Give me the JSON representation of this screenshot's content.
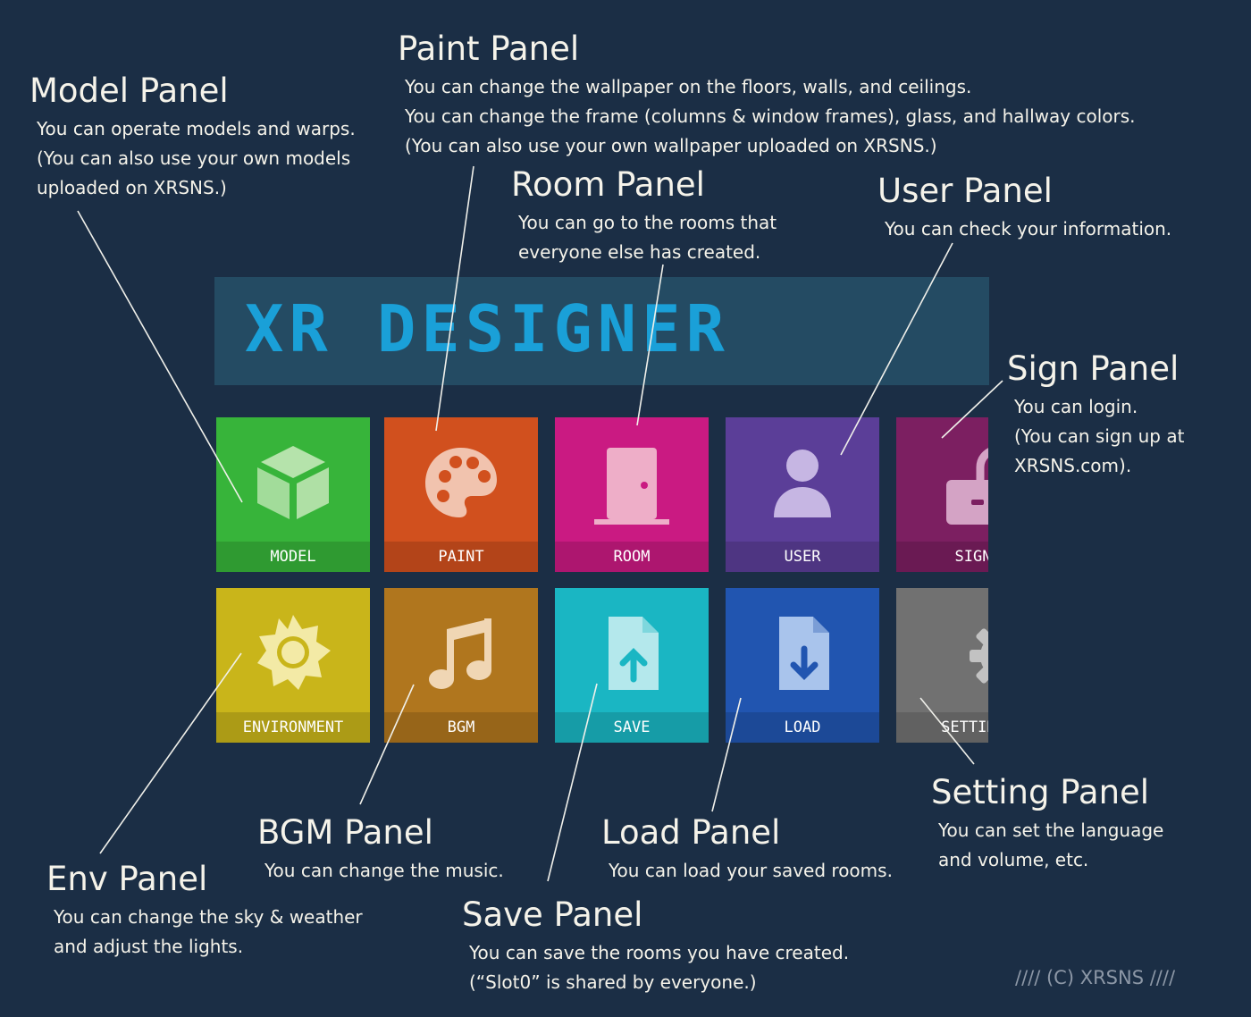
{
  "banner": {
    "title": "XR DESIGNER"
  },
  "tiles": [
    {
      "id": "model",
      "label": "MODEL",
      "color": "#37b43a",
      "icon": "cube-icon"
    },
    {
      "id": "paint",
      "label": "PAINT",
      "color": "#d1501e",
      "icon": "palette-icon"
    },
    {
      "id": "room",
      "label": "ROOM",
      "color": "#ca1a82",
      "icon": "door-icon"
    },
    {
      "id": "user",
      "label": "USER",
      "color": "#5b3e98",
      "icon": "user-icon"
    },
    {
      "id": "sign",
      "label": "SIGN",
      "color": "#7c1f61",
      "icon": "lock-icon"
    },
    {
      "id": "environment",
      "label": "ENVIRONMENT",
      "color": "#c9b51a",
      "icon": "sun-icon"
    },
    {
      "id": "bgm",
      "label": "BGM",
      "color": "#b0761e",
      "icon": "music-note-icon"
    },
    {
      "id": "save",
      "label": "SAVE",
      "color": "#1ab6c3",
      "icon": "file-upload-icon"
    },
    {
      "id": "load",
      "label": "LOAD",
      "color": "#2155b0",
      "icon": "file-download-icon"
    },
    {
      "id": "setting",
      "label": "SETTING",
      "color": "#717171",
      "icon": "gear-icon"
    }
  ],
  "callouts": {
    "model": {
      "title": "Model Panel",
      "lines": [
        "You can operate models and warps.",
        "(You can also use your own models",
        "uploaded on XRSNS.)"
      ]
    },
    "paint": {
      "title": "Paint Panel",
      "lines": [
        "You can change the wallpaper on the floors, walls, and ceilings.",
        "You can change the frame (columns & window frames), glass, and hallway colors.",
        "(You can also use your own wallpaper uploaded on XRSNS.)"
      ]
    },
    "room": {
      "title": "Room Panel",
      "lines": [
        "You can go to the rooms that",
        "everyone else has created."
      ]
    },
    "user": {
      "title": "User Panel",
      "lines": [
        "You can check your information."
      ]
    },
    "sign": {
      "title": "Sign Panel",
      "lines": [
        "You can login.",
        " (You can sign up at",
        " XRSNS.com)."
      ]
    },
    "env": {
      "title": "Env Panel",
      "lines": [
        "You can change the sky & weather",
        "and adjust the lights."
      ]
    },
    "bgm": {
      "title": "BGM Panel",
      "lines": [
        "You can change the music."
      ]
    },
    "save": {
      "title": "Save Panel",
      "lines": [
        "You can save the rooms you have created.",
        "(“Slot0” is shared by everyone.)"
      ]
    },
    "load": {
      "title": "Load Panel",
      "lines": [
        "You can load your saved rooms."
      ]
    },
    "setting": {
      "title": "Setting Panel",
      "lines": [
        "You can set the language",
        "and volume, etc."
      ]
    }
  },
  "copyright": "//// (C) XRSNS ////"
}
